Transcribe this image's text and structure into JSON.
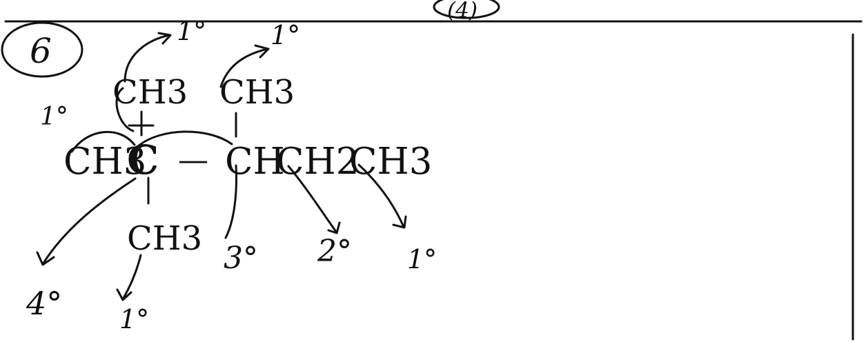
{
  "problem": {
    "number": "6",
    "top_marker": "(4)"
  },
  "structure": {
    "left_methyl": "CH3",
    "quaternary_carbon": "C",
    "top_methyl_left": "CH3",
    "bottom_methyl": "CH3",
    "top_methyl_right": "CH3",
    "bond_dash": "—",
    "chain_ch": "CH",
    "chain_ch2": "CH2",
    "chain_end_ch3": "CH3"
  },
  "classifications": {
    "top_arrow_1": "1°",
    "top_arrow_2": "1°",
    "left_ch3": "1°",
    "quaternary": "4°",
    "bottom_ch3": "1°",
    "tertiary": "3°",
    "secondary": "2°",
    "end_primary": "1°"
  }
}
